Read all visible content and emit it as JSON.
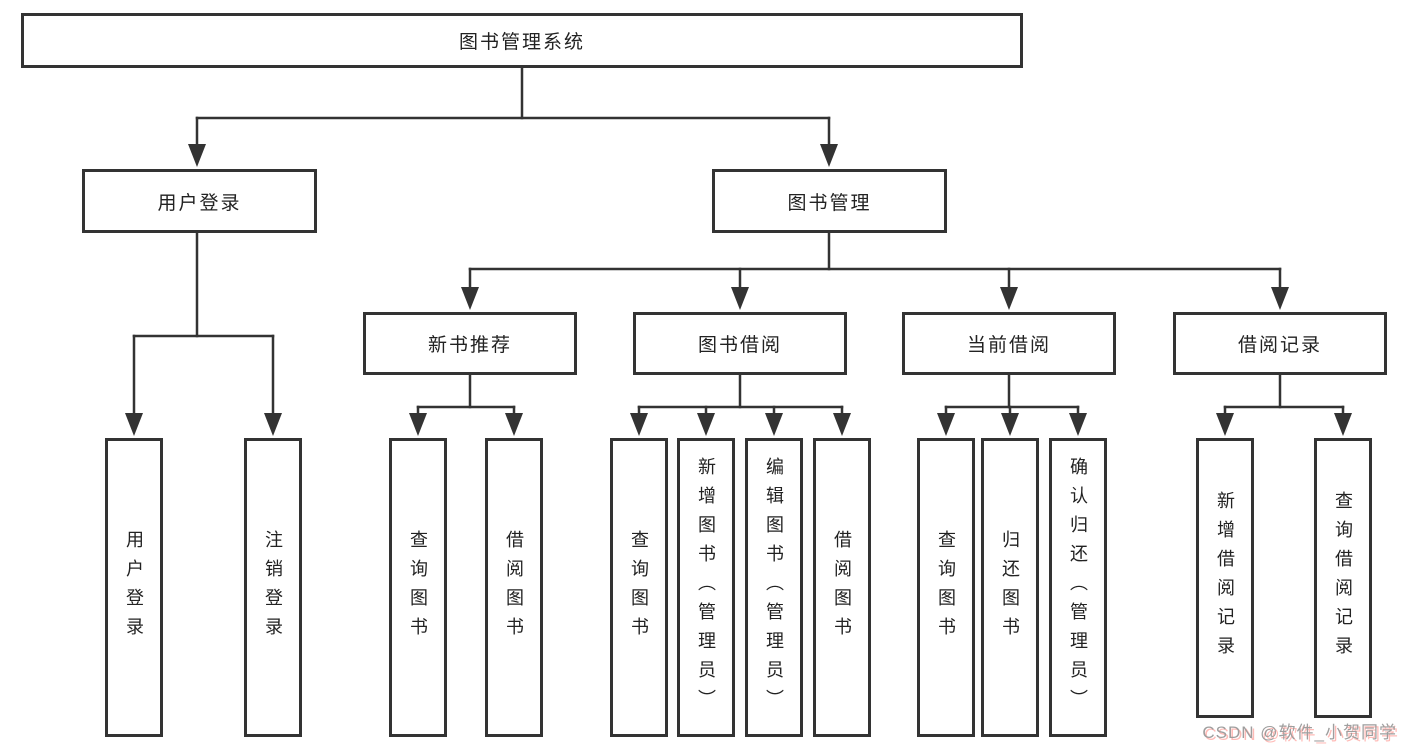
{
  "diagram": {
    "title": "图书管理系统",
    "root": {
      "label": "图书管理系统"
    },
    "level2": [
      {
        "label": "用户登录"
      },
      {
        "label": "图书管理"
      }
    ],
    "level3": [
      {
        "label": "新书推荐"
      },
      {
        "label": "图书借阅"
      },
      {
        "label": "当前借阅"
      },
      {
        "label": "借阅记录"
      }
    ],
    "leaves": {
      "user_login": [
        "用户登录",
        "注销登录"
      ],
      "new_books": [
        "查询图书",
        "借阅图书"
      ],
      "book_borrow": [
        "查询图书",
        "新增图书（管理员）",
        "编辑图书（管理员）",
        "借阅图书"
      ],
      "current_borrow": [
        "查询图书",
        "归还图书",
        "确认归还（管理员）"
      ],
      "borrow_records": [
        "新增借阅记录",
        "查询借阅记录"
      ]
    }
  },
  "watermark": {
    "text": "CSDN @软件_小贺同学"
  },
  "colors": {
    "line": "#333333",
    "text": "#222222",
    "background": "#ffffff",
    "watermark": "#9e9e9e",
    "watermark_shadow": "#ff695f"
  }
}
